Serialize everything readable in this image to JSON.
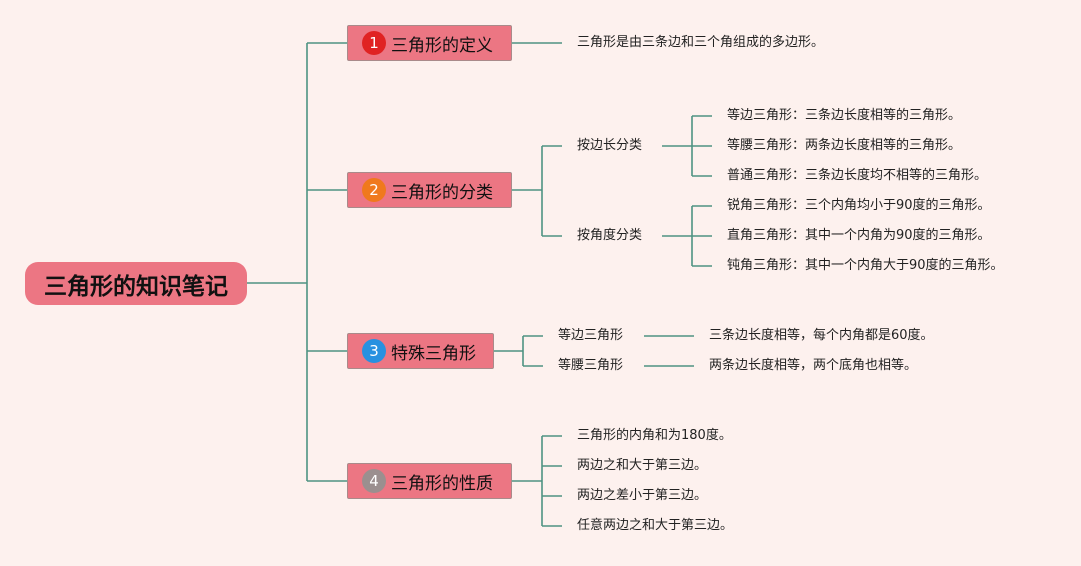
{
  "root": {
    "title": "三角形的知识笔记"
  },
  "branches": [
    {
      "num": "1",
      "title": "三角形的定义",
      "badge_color": "#e02323"
    },
    {
      "num": "2",
      "title": "三角形的分类",
      "badge_color": "#f0791d"
    },
    {
      "num": "3",
      "title": "特殊三角形",
      "badge_color": "#2891e0"
    },
    {
      "num": "4",
      "title": "三角形的性质",
      "badge_color": "#9b8f8f"
    }
  ],
  "definition": {
    "text": "三角形是由三条边和三个角组成的多边形。"
  },
  "classification": {
    "by_side": {
      "label": "按边长分类",
      "items": [
        "等边三角形：三条边长度相等的三角形。",
        "等腰三角形：两条边长度相等的三角形。",
        "普通三角形：三条边长度均不相等的三角形。"
      ]
    },
    "by_angle": {
      "label": "按角度分类",
      "items": [
        "锐角三角形：三个内角均小于90度的三角形。",
        "直角三角形：其中一个内角为90度的三角形。",
        "钝角三角形：其中一个内角大于90度的三角形。"
      ]
    }
  },
  "special": [
    {
      "name": "等边三角形",
      "desc": "三条边长度相等，每个内角都是60度。"
    },
    {
      "name": "等腰三角形",
      "desc": "两条边长度相等，两个底角也相等。"
    }
  ],
  "properties": [
    "三角形的内角和为180度。",
    "两边之和大于第三边。",
    "两边之差小于第三边。",
    "任意两边之和大于第三边。"
  ],
  "colors": {
    "line": "#4e9382",
    "node_fill": "#ec7683",
    "background": "#fdf1ee"
  }
}
